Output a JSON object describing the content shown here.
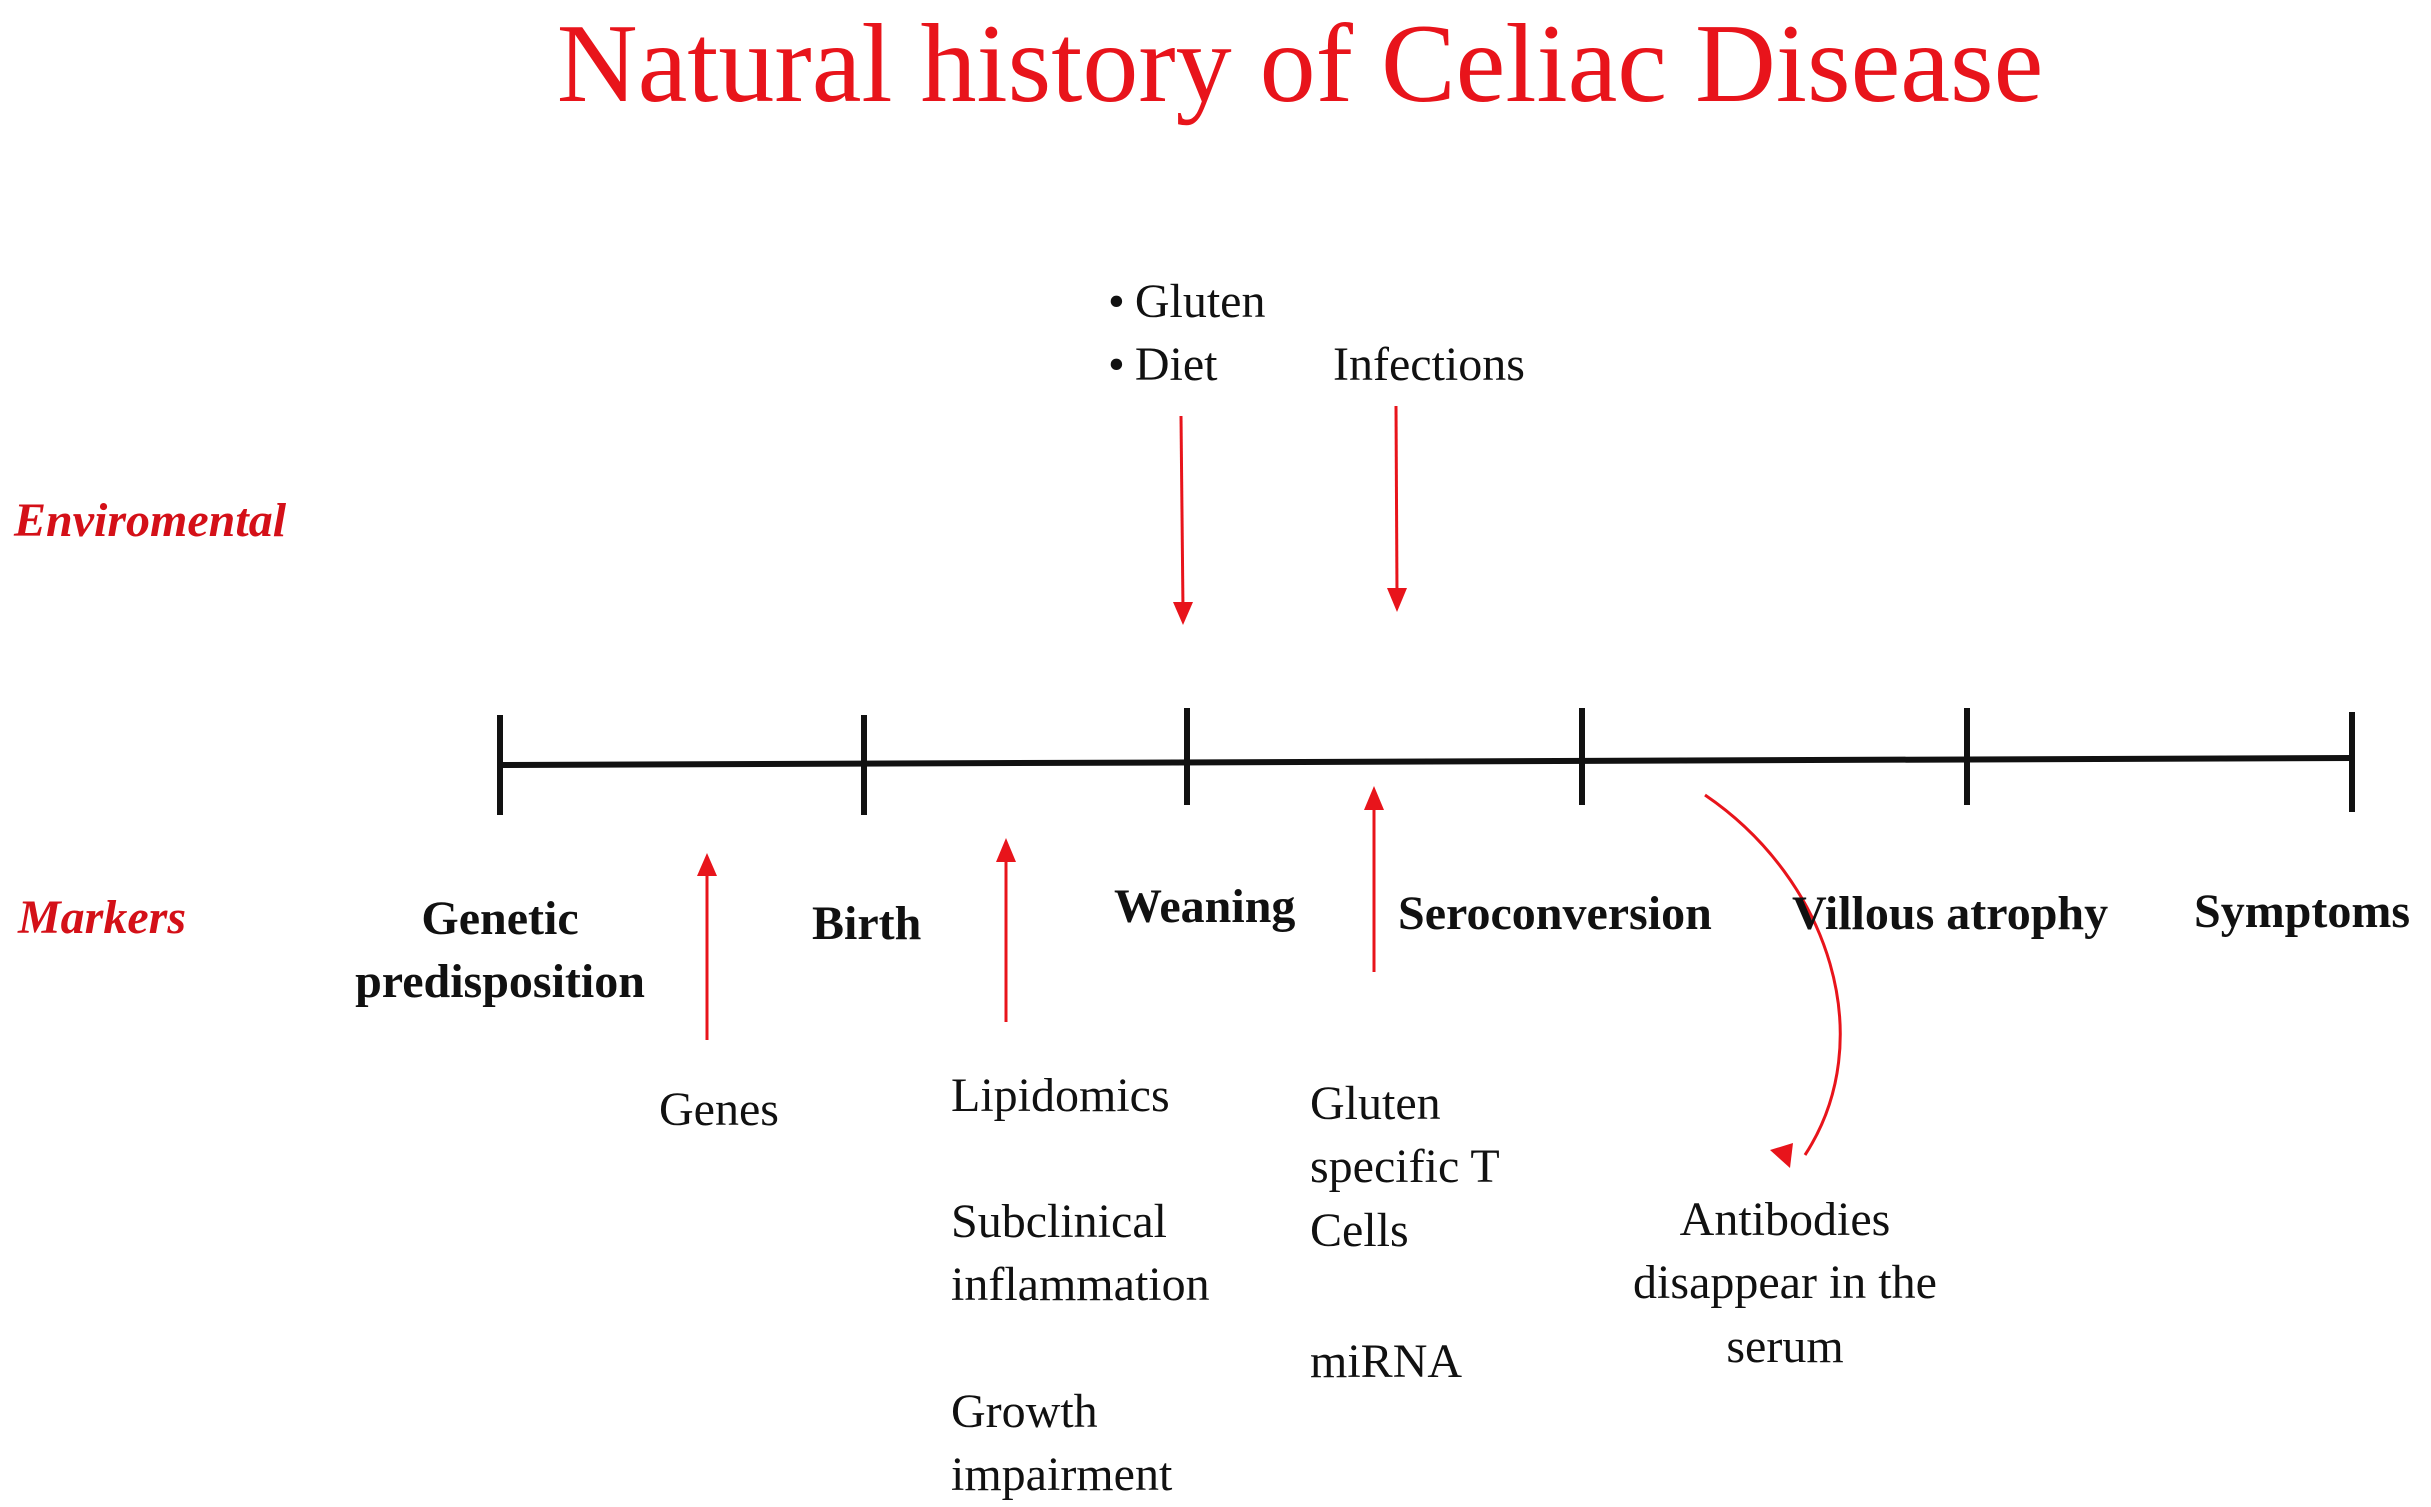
{
  "title": "Natural history of Celiac Disease",
  "row_labels": {
    "environmental": "Enviromental",
    "markers": "Markers"
  },
  "timeline_stages": [
    {
      "label": "Genetic predisposition"
    },
    {
      "label": "Birth"
    },
    {
      "label": "Weaning"
    },
    {
      "label": "Seroconversion"
    },
    {
      "label": "Villous atrophy"
    },
    {
      "label": "Symptoms"
    }
  ],
  "environmental_factors": {
    "bullets": [
      "Gluten",
      "Diet"
    ],
    "infections": "Infections"
  },
  "markers": {
    "genes": "Genes",
    "lipidomics": "Lipidomics",
    "subclinical_inflammation": "Subclinical inflammation",
    "growth_impairment": "Growth impairment",
    "gluten_specific_t_cells": "Gluten specific T Cells",
    "mirna": "miRNA",
    "antibodies_disappear": "Antibodies disappear in the serum"
  },
  "colors": {
    "accent": "#e8141b",
    "line": "#111111"
  }
}
